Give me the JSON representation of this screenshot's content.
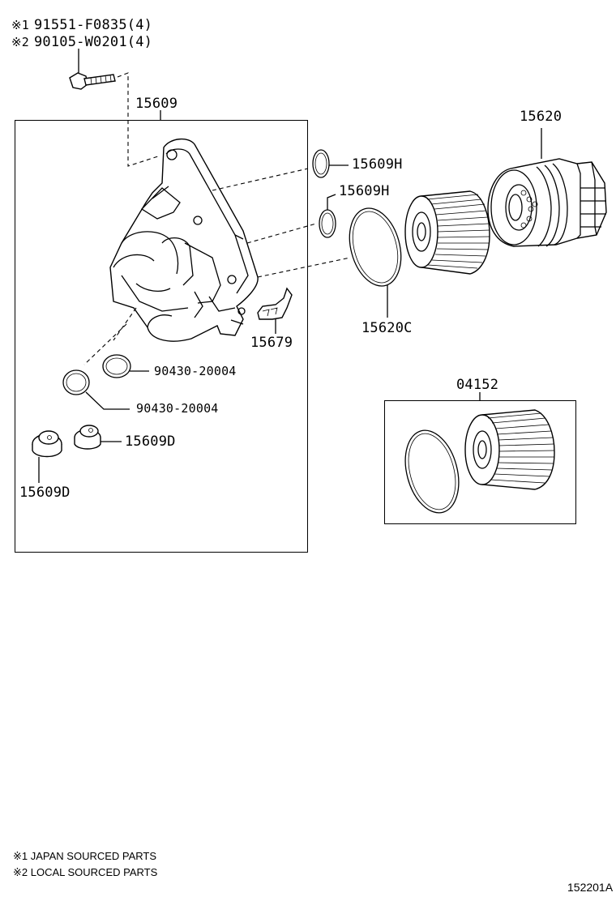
{
  "references": {
    "note1_mark": "※1",
    "note1_part": "91551-F0835(4)",
    "note2_mark": "※2",
    "note2_part": "90105-W0201(4)"
  },
  "callouts": {
    "housing_assembly": "15609",
    "filter_cap": "15620",
    "o_ring_upper": "15609H",
    "o_ring_lower": "15609H",
    "cap_o_ring": "15620C",
    "bracket": "15679",
    "gasket_upper": "90430-20004",
    "gasket_lower": "90430-20004",
    "plug_right": "15609D",
    "plug_left": "15609D",
    "element_kit": "04152"
  },
  "legend": {
    "note1": "※1 JAPAN SOURCED PARTS",
    "note2": "※2 LOCAL SOURCED PARTS"
  },
  "illustration_code": "152201A"
}
